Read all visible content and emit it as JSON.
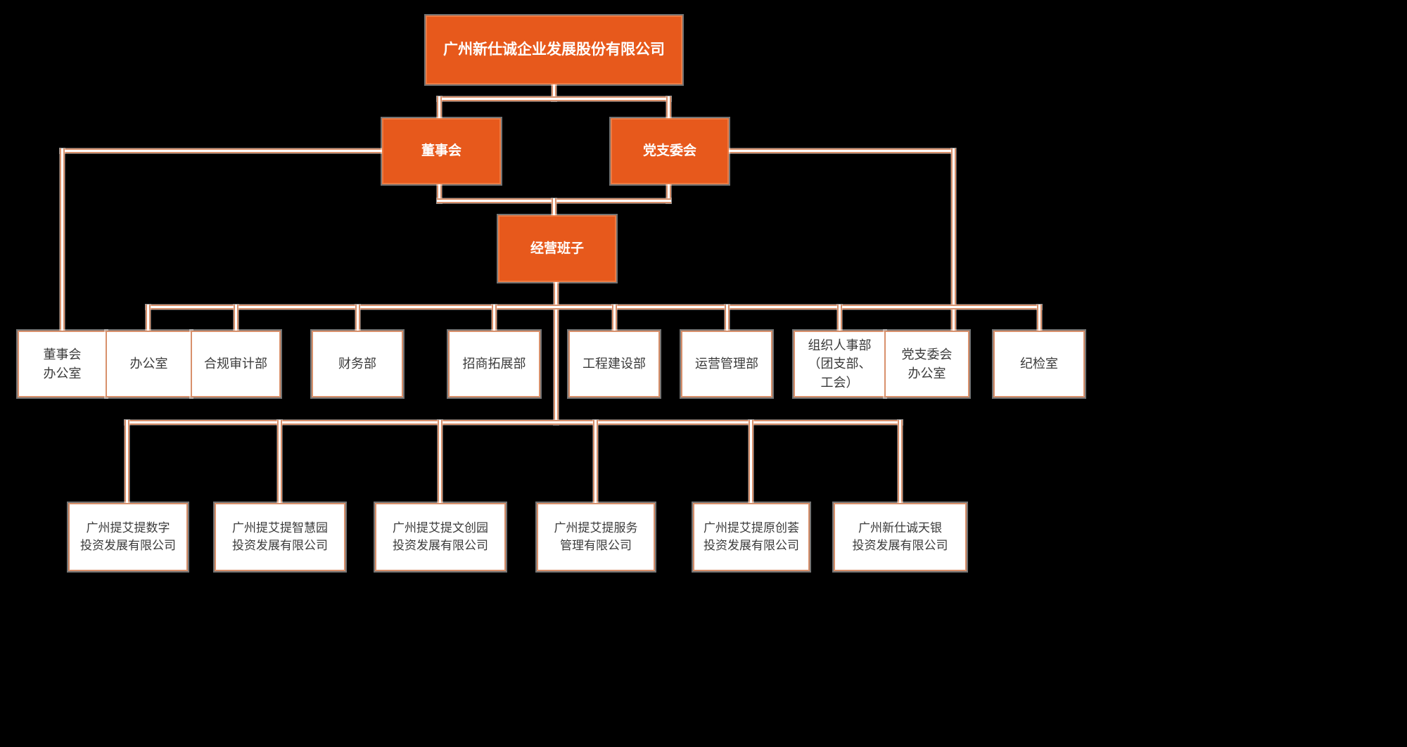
{
  "colors": {
    "background": "#000000",
    "node_fill": "#E7591C",
    "node_text": "#FFFFFF",
    "box_fill": "#FFFFFF",
    "box_border": "#D8906B",
    "box_text": "#3B3B3B",
    "connector": "#D8906B"
  },
  "org": {
    "root": {
      "label": "广州新仕诚企业发展股份有限公司"
    },
    "board": {
      "label": "董事会"
    },
    "party_committee": {
      "label": "党支委会"
    },
    "management": {
      "label": "经营班子"
    },
    "departments": [
      {
        "label": "董事会\n办公室"
      },
      {
        "label": "办公室"
      },
      {
        "label": "合规审计部"
      },
      {
        "label": "财务部"
      },
      {
        "label": "招商拓展部"
      },
      {
        "label": "工程建设部"
      },
      {
        "label": "运营管理部"
      },
      {
        "label": "组织人事部\n（团支部、\n工会）"
      },
      {
        "label": "党支委会\n办公室"
      },
      {
        "label": "纪检室"
      }
    ],
    "subsidiaries": [
      {
        "label": "广州提艾提数字\n投资发展有限公司"
      },
      {
        "label": "广州提艾提智慧园\n投资发展有限公司"
      },
      {
        "label": "广州提艾提文创园\n投资发展有限公司"
      },
      {
        "label": "广州提艾提服务\n管理有限公司"
      },
      {
        "label": "广州提艾提原创荟\n投资发展有限公司"
      },
      {
        "label": "广州新仕诚天银\n投资发展有限公司"
      }
    ]
  }
}
